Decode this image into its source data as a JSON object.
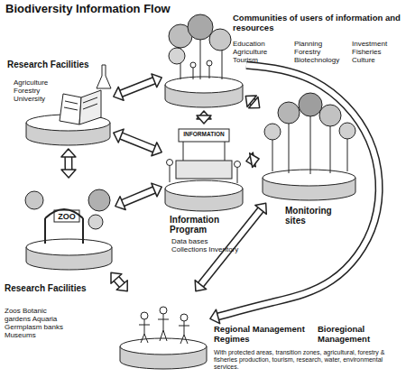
{
  "diagram": {
    "title": "Biodiversity Information Flow",
    "nodes": [
      {
        "text": [
          "Research Facilities",
          "Agriculture Forestry University"
        ]
      },
      {
        "text": [
          "Communities of users of information and resources",
          "Education Agriculture Tourism",
          "Planning Forestry Biotechnology",
          "Investment Fisheries Culture"
        ]
      },
      {
        "text": [
          "INFORMATION",
          "Information Program",
          "Data bases Collections Inventory"
        ]
      },
      {
        "text": [
          "Monitoring sites"
        ]
      },
      {
        "text": [
          "ZOO",
          "Research Facilities",
          "Zoos Botanic gardens Aquaria Germplasm banks Museums"
        ]
      },
      {
        "text": [
          "Regional Management Regimes",
          "With protected areas, transition zones, agricultural, forestry & fisheries production, tourism, research, water, environmental services."
        ]
      }
    ],
    "edges": [
      {
        "from": 0,
        "to": 1,
        "arrow": "both"
      },
      {
        "from": 0,
        "to": 2,
        "arrow": "both"
      },
      {
        "from": 1,
        "to": 2,
        "arrow": "both"
      },
      {
        "from": 0,
        "to": 4,
        "arrow": "both"
      },
      {
        "from": 1,
        "to": 3,
        "arrow": "both"
      },
      {
        "from": 2,
        "to": 3,
        "arrow": "both"
      },
      {
        "from": 2,
        "to": 4,
        "arrow": "both"
      },
      {
        "from": 4,
        "to": 5,
        "arrow": "both"
      },
      {
        "from": 5,
        "to": 3,
        "arrow": "both"
      },
      {
        "from": 1,
        "to": 5,
        "label": "Bioregional Management",
        "arrow": "to"
      }
    ]
  }
}
